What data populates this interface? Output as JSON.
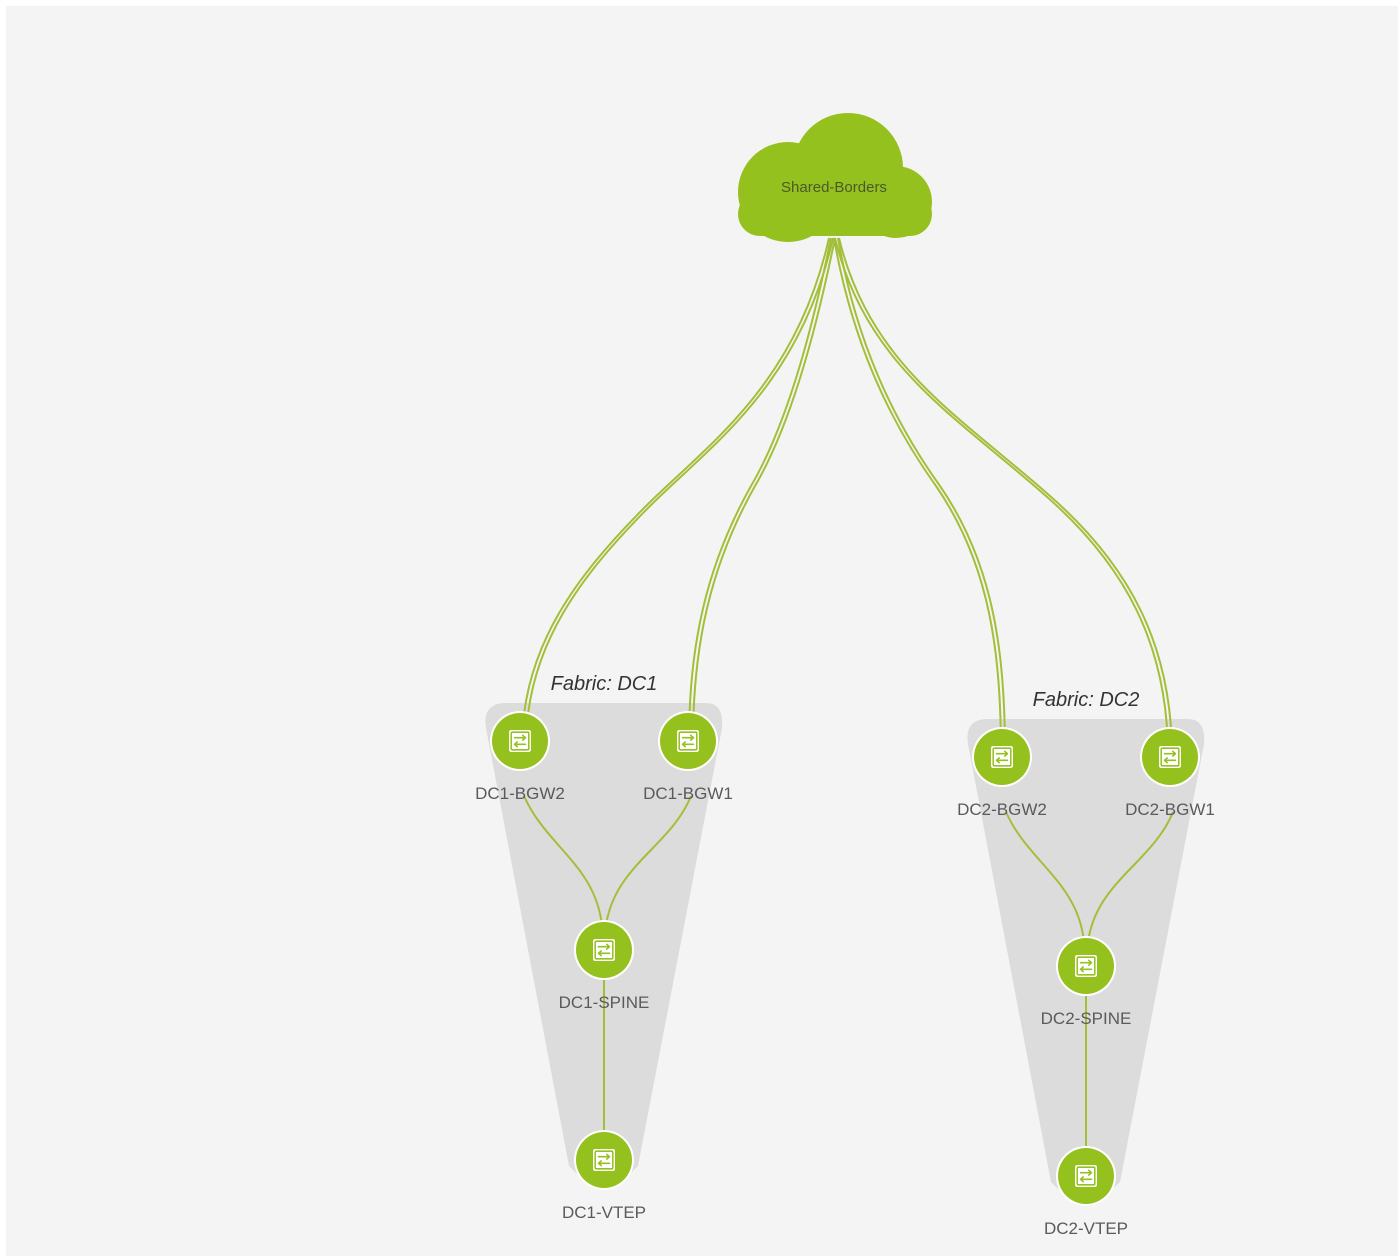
{
  "colors": {
    "accent": "#95c11f",
    "link": "#a3bf3a",
    "fabric_bg": "#dcdcdc",
    "canvas_bg": "#f4f4f4"
  },
  "cloud": {
    "label": "Shared-Borders",
    "icon": "cloud-icon"
  },
  "fabrics": [
    {
      "label": "Fabric: DC1"
    },
    {
      "label": "Fabric: DC2"
    }
  ],
  "nodes": [
    {
      "id": "dc1-bgw2",
      "label": "DC1-BGW2",
      "icon": "switch-icon"
    },
    {
      "id": "dc1-bgw1",
      "label": "DC1-BGW1",
      "icon": "switch-icon"
    },
    {
      "id": "dc1-spine",
      "label": "DC1-SPINE",
      "icon": "switch-icon"
    },
    {
      "id": "dc1-vtep",
      "label": "DC1-VTEP",
      "icon": "switch-icon"
    },
    {
      "id": "dc2-bgw2",
      "label": "DC2-BGW2",
      "icon": "switch-icon"
    },
    {
      "id": "dc2-bgw1",
      "label": "DC2-BGW1",
      "icon": "switch-icon"
    },
    {
      "id": "dc2-spine",
      "label": "DC2-SPINE",
      "icon": "switch-icon"
    },
    {
      "id": "dc2-vtep",
      "label": "DC2-VTEP",
      "icon": "switch-icon"
    }
  ],
  "links": [
    [
      "shared-borders",
      "dc1-bgw2"
    ],
    [
      "shared-borders",
      "dc1-bgw1"
    ],
    [
      "shared-borders",
      "dc2-bgw2"
    ],
    [
      "shared-borders",
      "dc2-bgw1"
    ],
    [
      "dc1-bgw2",
      "dc1-spine"
    ],
    [
      "dc1-bgw1",
      "dc1-spine"
    ],
    [
      "dc1-spine",
      "dc1-vtep"
    ],
    [
      "dc2-bgw2",
      "dc2-spine"
    ],
    [
      "dc2-bgw1",
      "dc2-spine"
    ],
    [
      "dc2-spine",
      "dc2-vtep"
    ]
  ]
}
